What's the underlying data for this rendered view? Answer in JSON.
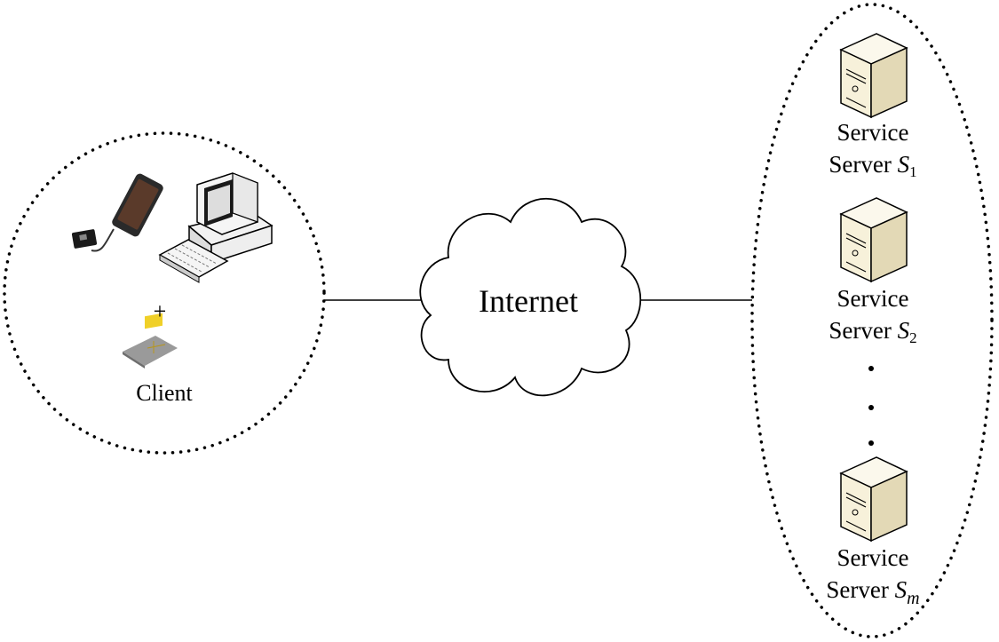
{
  "client": {
    "label": "Client",
    "plus": "+",
    "devices": [
      "smartphone-with-card-reader-icon",
      "desktop-computer-icon",
      "sim-card-icon"
    ]
  },
  "network": {
    "label": "Internet"
  },
  "servers": [
    {
      "line1": "Service",
      "line2_prefix": "Server ",
      "var": "S",
      "sub": "1"
    },
    {
      "line1": "Service",
      "line2_prefix": "Server ",
      "var": "S",
      "sub": "2"
    },
    {
      "line1": "Service",
      "line2_prefix": "Server ",
      "var": "S",
      "sub": "m"
    }
  ],
  "ellipsis": "vertical-dots"
}
